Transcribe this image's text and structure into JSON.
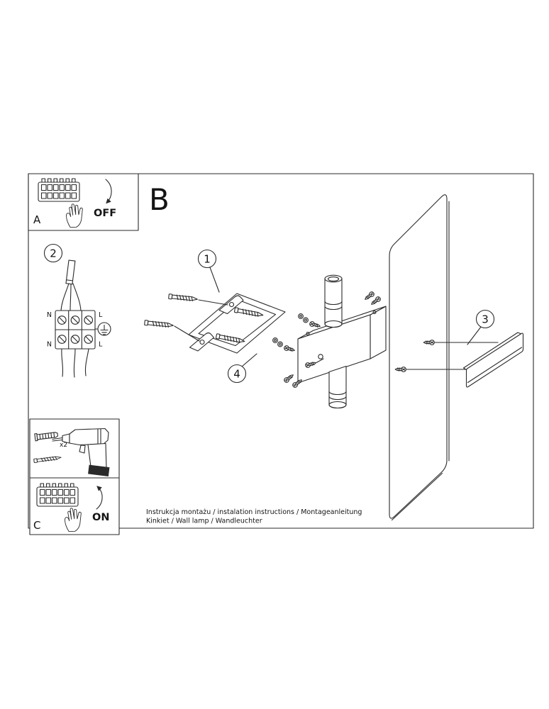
{
  "page": {
    "background": "#ffffff",
    "ink": "#2a2a2a"
  },
  "panels": {
    "a": {
      "label": "A",
      "state": "OFF"
    },
    "b": {
      "label": "B"
    },
    "c": {
      "label": "C",
      "state": "ON"
    }
  },
  "steps": {
    "one": "1",
    "two": "2",
    "three": "3",
    "four": "4"
  },
  "wiring": {
    "n_top": "N",
    "l_top": "L",
    "n_bottom": "N",
    "l_bottom": "L"
  },
  "hardware": {
    "anchor_count": "x2"
  },
  "footer": {
    "line1": "Instrukcja montażu / instalation instructions / Montageanleitung",
    "line2": "Kinkiet / Wall lamp / Wandleuchter"
  }
}
